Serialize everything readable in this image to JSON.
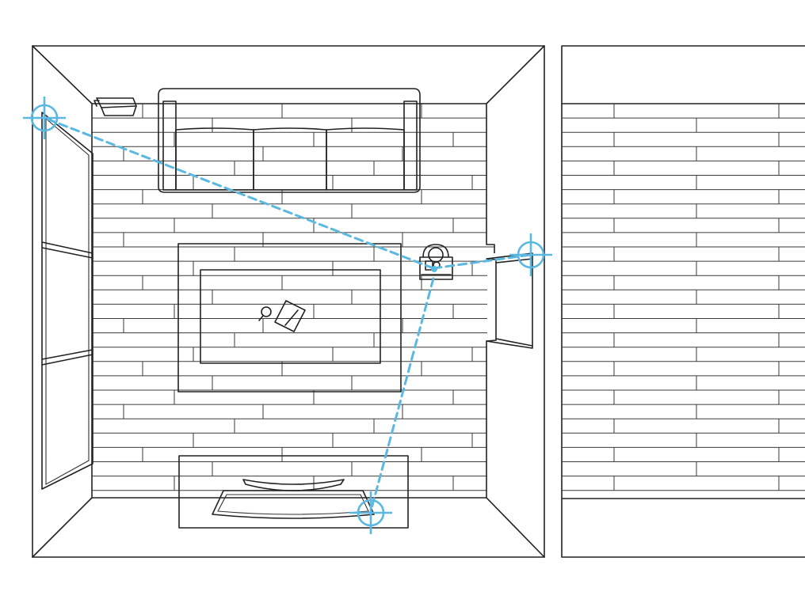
{
  "colors": {
    "line": "#222222",
    "beam": "#5bb8e0",
    "reticle": "#5bb8e0",
    "background": "#ffffff"
  },
  "icons": {
    "tag": "target-crosshair-icon",
    "robot": "floor-robot-icon",
    "wall_device": "wall-projector-icon",
    "magnifier": "magnifier-icon",
    "notepad": "notepad-icon"
  },
  "links": [
    "robot-to-window-tag",
    "robot-to-wall-tag",
    "robot-to-tv-tag"
  ]
}
